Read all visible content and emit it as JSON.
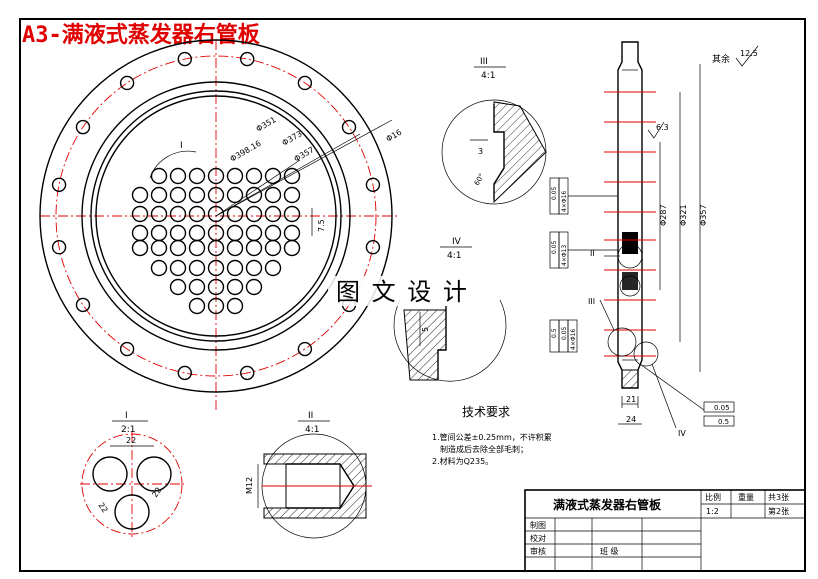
{
  "title": "A3-满液式蒸发器右管板",
  "watermark": "图 文 设 计",
  "views": {
    "detail1": {
      "label": "I",
      "scale": "2:1",
      "dim_top": "22",
      "dim_left": "22",
      "dim_right": "22"
    },
    "detail2": {
      "label": "II",
      "scale": "4:1",
      "dim": "M12"
    },
    "detail3": {
      "label": "III",
      "scale": "4:1",
      "dim_a": "3",
      "dim_b": "60°"
    },
    "detail4": {
      "label": "IV",
      "scale": "4:1",
      "dim_a": "5"
    },
    "main": {
      "d1": "Φ398.16",
      "d2": "Φ351",
      "d3": "Φ373",
      "d4": "Φ357",
      "d5": "Φ16",
      "d6": "7.5",
      "mark": "I"
    },
    "side": {
      "d_outer": "Φ357",
      "d_mid": "Φ321",
      "d_inner": "Φ287",
      "t1": "21",
      "t2": "24",
      "rough": "6.3",
      "rough_other": "12.5",
      "other": "其余",
      "labels": [
        "II",
        "III",
        "IV"
      ],
      "tol1": [
        "0.05",
        "4×Φ16"
      ],
      "tol2": [
        "0.05",
        "4×Φ13"
      ],
      "tol3": [
        "0.5",
        "0.05",
        "4×Φ16"
      ],
      "tol4": [
        "0.05",
        "0.5"
      ]
    }
  },
  "requirements": {
    "title": "技术要求",
    "items": [
      "1.管间公差±0.25mm，不许积累",
      "制造成后去除全部毛刺；",
      "2.材料为Q235。"
    ]
  },
  "titleblock": {
    "name": "满液式蒸发器右管板",
    "ratio_label": "比例",
    "weight_label": "重量",
    "sheets_label": "共3张",
    "ratio": "1:2",
    "sheet_no": "第2张",
    "drawn": "制图",
    "checked": "校对",
    "approved": "审核",
    "class": "班  级"
  }
}
